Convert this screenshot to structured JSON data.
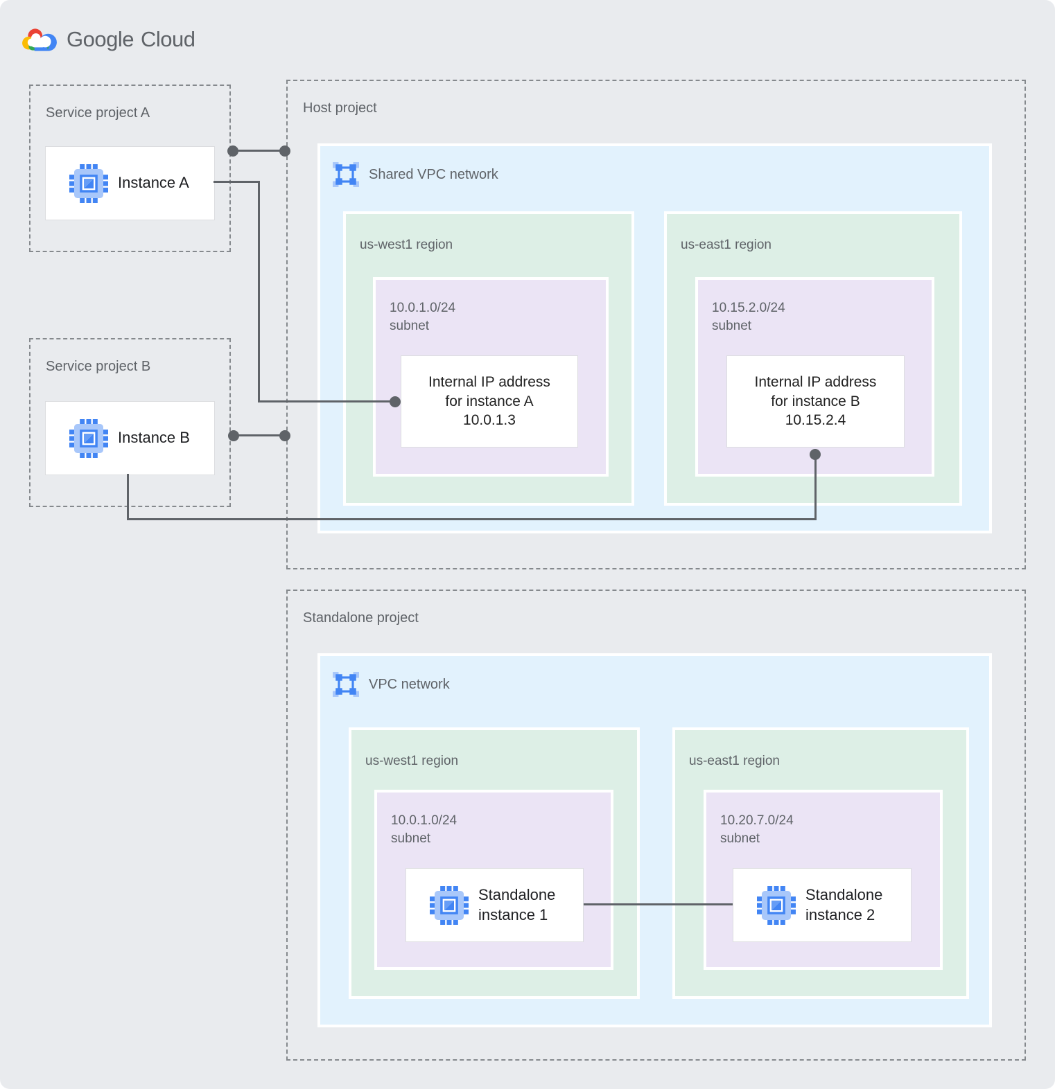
{
  "logo": {
    "brand": "Google",
    "product": "Cloud"
  },
  "icons": {
    "cloud_logo": "google-cloud-logo-icon",
    "compute_engine": "compute-engine-chip-icon",
    "vpc_network": "vpc-network-icon"
  },
  "colors": {
    "background": "#e9ebee",
    "vpc_blue": "#e2f2fd",
    "region_green": "#ddefe6",
    "subnet_purple": "#ebe4f5",
    "connector": "#5f6368",
    "label_gray": "#5f6368",
    "accent_blue": "#4285f4",
    "chip_light_blue": "#a8c7fa"
  },
  "service_project_a": {
    "title": "Service project A",
    "instance": {
      "label": "Instance A"
    }
  },
  "service_project_b": {
    "title": "Service project B",
    "instance": {
      "label": "Instance B"
    }
  },
  "host_project": {
    "title": "Host project",
    "network": {
      "label": "Shared VPC network"
    },
    "regions": [
      {
        "name": "us-west1 region",
        "subnet": {
          "cidr": "10.0.1.0/24",
          "label": "subnet"
        },
        "card": {
          "line1": "Internal IP address",
          "line2": "for instance A",
          "line3": "10.0.1.3"
        }
      },
      {
        "name": "us-east1 region",
        "subnet": {
          "cidr": "10.15.2.0/24",
          "label": "subnet"
        },
        "card": {
          "line1": "Internal IP address",
          "line2": "for instance B",
          "line3": "10.15.2.4"
        }
      }
    ]
  },
  "standalone_project": {
    "title": "Standalone project",
    "network": {
      "label": "VPC network"
    },
    "regions": [
      {
        "name": "us-west1 region",
        "subnet": {
          "cidr": "10.0.1.0/24",
          "label": "subnet"
        },
        "instance": {
          "line1": "Standalone",
          "line2": "instance 1"
        }
      },
      {
        "name": "us-east1 region",
        "subnet": {
          "cidr": "10.20.7.0/24",
          "label": "subnet"
        },
        "instance": {
          "line1": "Standalone",
          "line2": "instance 2"
        }
      }
    ]
  }
}
